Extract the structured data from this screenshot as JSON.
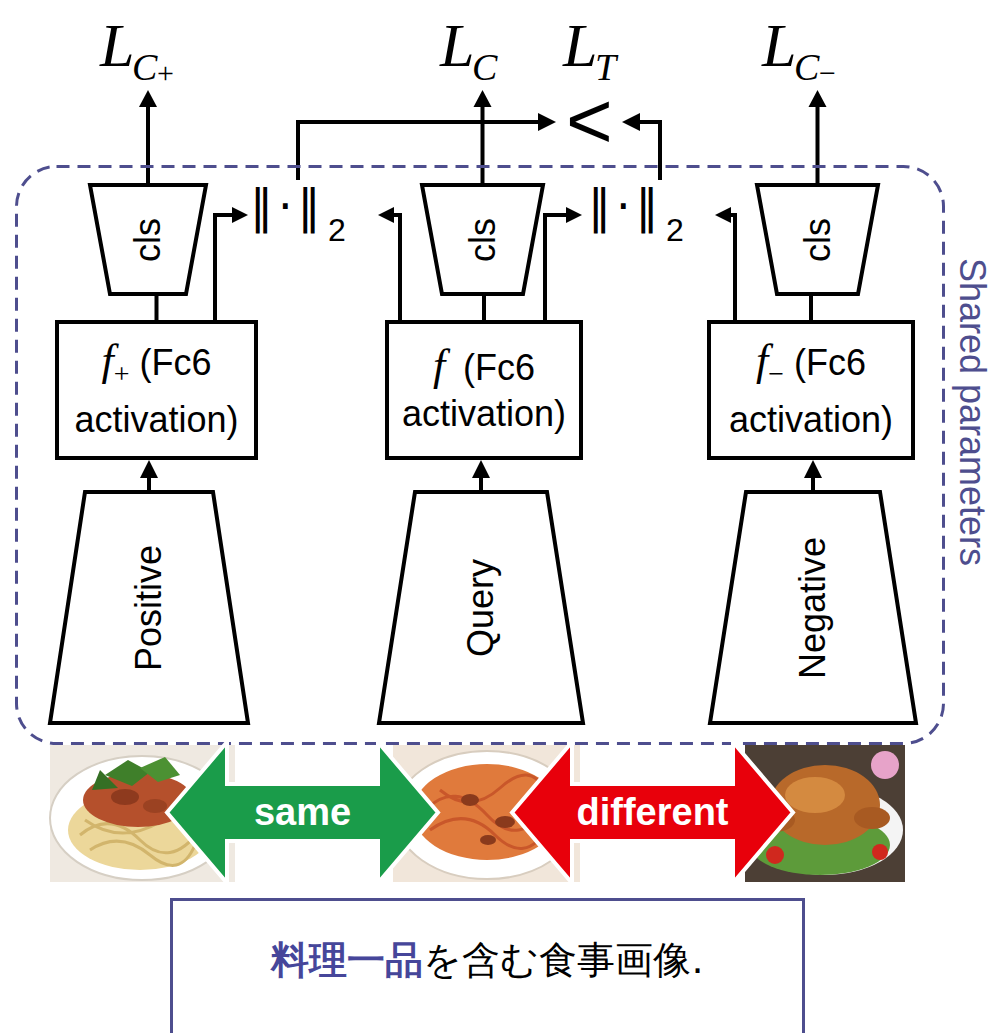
{
  "diagram": {
    "nodes": [
      {
        "text": [
          "Shared parameters"
        ]
      },
      {
        "text": [
          "Positive"
        ],
        "in": 0
      },
      {
        "text": [
          "f",
          "+",
          "(Fc6 activation)"
        ],
        "in": 0
      },
      {
        "text": [
          "cls"
        ],
        "in": 0
      },
      {
        "text": [
          "Query"
        ],
        "in": 0
      },
      {
        "text": [
          "f",
          "(Fc6 activation)"
        ],
        "in": 0
      },
      {
        "text": [
          "cls"
        ],
        "in": 0
      },
      {
        "text": [
          "Negative"
        ],
        "in": 0
      },
      {
        "text": [
          "f",
          "−",
          "(Fc6 activation)"
        ],
        "in": 0
      },
      {
        "text": [
          "cls"
        ],
        "in": 0
      },
      {
        "text": [
          "same"
        ]
      },
      {
        "text": [
          "different"
        ]
      },
      {
        "text": [
          "料理一品",
          "を含む食事画像."
        ]
      }
    ],
    "edges": [
      {
        "from": 1,
        "to": 2,
        "arrow": "to"
      },
      {
        "from": 2,
        "to": 3,
        "arrow": "none"
      },
      {
        "from": 4,
        "to": 5,
        "arrow": "to"
      },
      {
        "from": 5,
        "to": 6,
        "arrow": "none"
      },
      {
        "from": 7,
        "to": 8,
        "arrow": "to"
      },
      {
        "from": 8,
        "to": 9,
        "arrow": "none"
      }
    ],
    "labels": [
      "L",
      "C",
      "+",
      "L",
      "C",
      "L",
      "T",
      "<",
      "L",
      "C",
      "−",
      "‖·‖",
      "2",
      "‖·‖",
      "2"
    ]
  }
}
